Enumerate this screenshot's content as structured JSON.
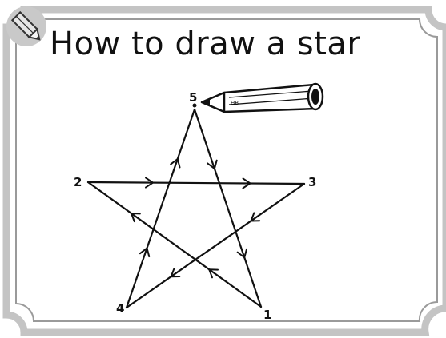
{
  "title": "How to draw a star",
  "vertices": [
    {
      "label": "1"
    },
    {
      "label": "2"
    },
    {
      "label": "3"
    },
    {
      "label": "4"
    },
    {
      "label": "5"
    }
  ],
  "stroke_order": [
    "5",
    "1",
    "2",
    "3",
    "4",
    "5"
  ],
  "icons": [
    "pencil-corner-icon",
    "pencil-icon"
  ],
  "colors": {
    "frame": "#c4c4c4",
    "ink": "#111111",
    "background": "#ffffff"
  }
}
